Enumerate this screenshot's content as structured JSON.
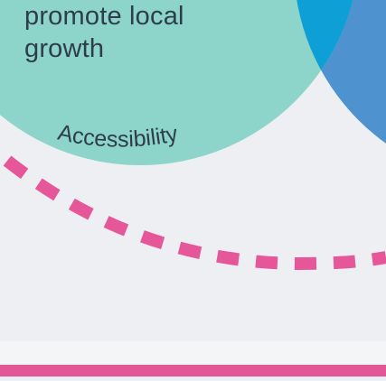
{
  "venn": {
    "caption_lines": [
      "promote local",
      "growth"
    ],
    "arc_label": "Accessibility",
    "colors": {
      "background": "#eeeff2",
      "teal_circle": "#8dd4ca",
      "blue_circle": "#4e93cf",
      "overlap": "#0e9fd6",
      "dashed_path": "#e6579a",
      "bottom_band": "#f4f5f7",
      "bottom_stripe": "#e45797",
      "text": "#2e3d4b"
    }
  }
}
